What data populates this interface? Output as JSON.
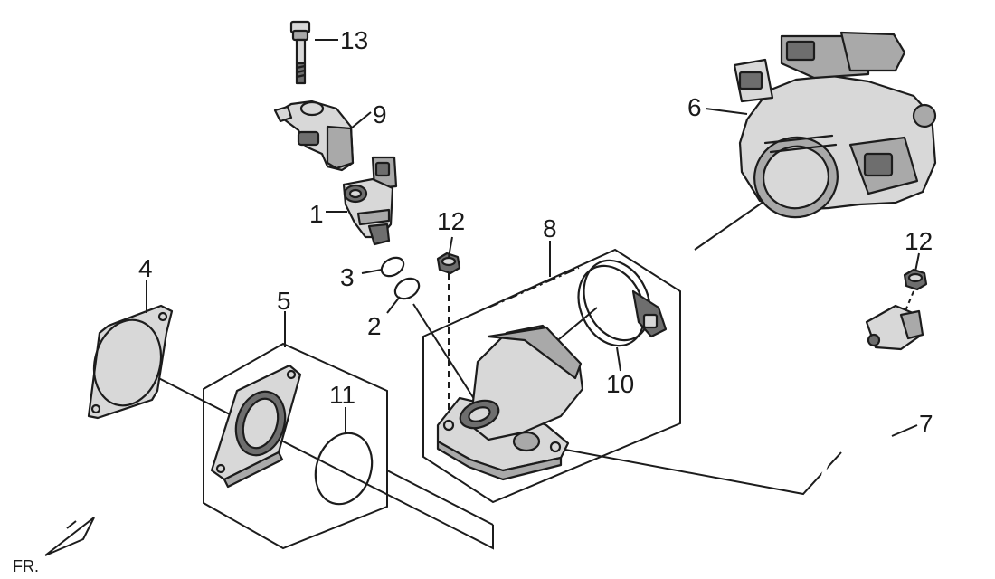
{
  "callouts": {
    "c1": "1",
    "c2": "2",
    "c3": "3",
    "c4": "4",
    "c5": "5",
    "c6": "6",
    "c7": "7",
    "c8": "8",
    "c9": "9",
    "c10": "10",
    "c11": "11",
    "c12a": "12",
    "c12b": "12",
    "c13": "13"
  },
  "front_marker": "FR."
}
